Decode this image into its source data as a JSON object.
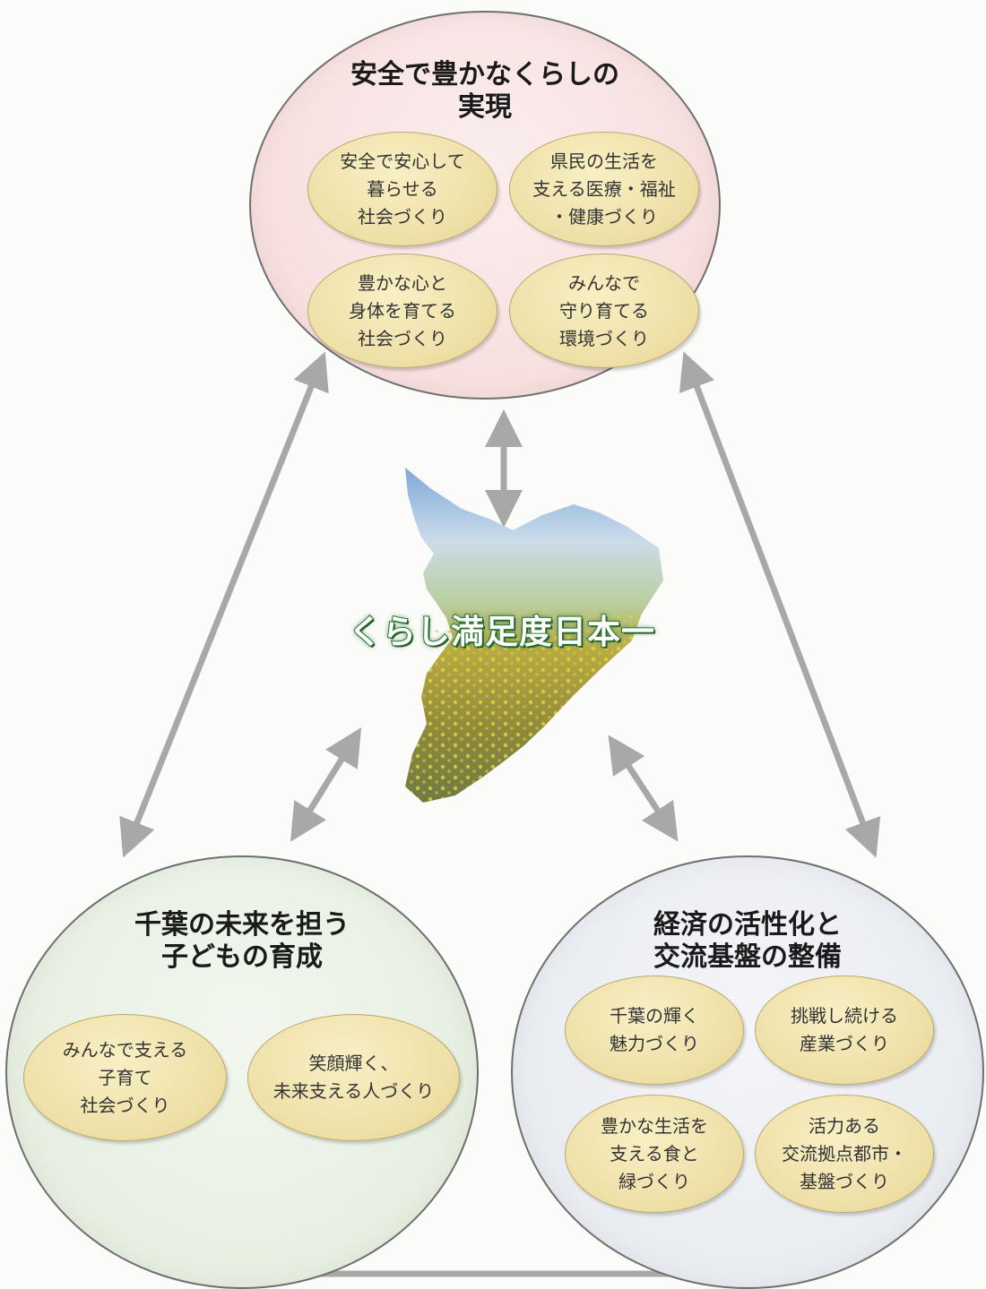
{
  "center": {
    "slogan": "くらし満足度日本一"
  },
  "top": {
    "title": "安全で豊かなくらしの\n実現",
    "items": [
      "安全で安心して\n暮らせる\n社会づくり",
      "県民の生活を\n支える医療・福祉\n・健康づくり",
      "豊かな心と\n身体を育てる\n社会づくり",
      "みんなで\n守り育てる\n環境づくり"
    ]
  },
  "left": {
    "title": "千葉の未来を担う\n子どもの育成",
    "items": [
      "みんなで支える\n子育て\n社会づくり",
      "笑顔輝く、\n未来支える人づくり"
    ]
  },
  "right": {
    "title": "経済の活性化と\n交流基盤の整備",
    "items": [
      "千葉の輝く\n魅力づくり",
      "挑戦し続ける\n産業づくり",
      "豊かな生活を\n支える食と\n緑づくり",
      "活力ある\n交流拠点都市・\n基盤づくり"
    ]
  },
  "colors": {
    "top_circle": "#f7dedd",
    "left_circle": "#e6eee0",
    "right_circle": "#e8ebf0",
    "item_fill": "#efe0a8",
    "arrow": "#a8a8a8",
    "slogan_outline": "#1d6e2a"
  },
  "icons": {
    "arrow": "double-headed-arrow-icon",
    "map": "chiba-prefecture-map-icon"
  }
}
